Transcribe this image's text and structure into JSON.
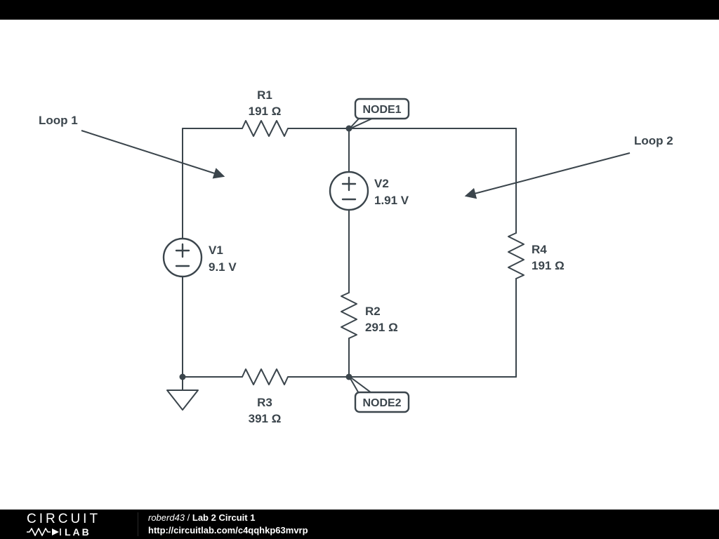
{
  "colors": {
    "wire": "#3b454c",
    "background": "#ffffff",
    "bar": "#000000",
    "text_on_bar": "#ffffff"
  },
  "annotations": {
    "loop1": "Loop 1",
    "loop2": "Loop 2"
  },
  "nodes": {
    "node1": "NODE1",
    "node2": "NODE2"
  },
  "components": {
    "r1": {
      "name": "R1",
      "value": "191 Ω"
    },
    "r2": {
      "name": "R2",
      "value": "291 Ω"
    },
    "r3": {
      "name": "R3",
      "value": "391 Ω"
    },
    "r4": {
      "name": "R4",
      "value": "191 Ω"
    },
    "v1": {
      "name": "V1",
      "value": "9.1 V"
    },
    "v2": {
      "name": "V2",
      "value": "1.91 V"
    }
  },
  "footer": {
    "logo_top": "CIRCUIT",
    "logo_bottom": "LAB",
    "author": "roberd43",
    "separator": " / ",
    "title": "Lab 2 Circuit 1",
    "url": "http://circuitlab.com/c4qqhkp63mvrp"
  }
}
